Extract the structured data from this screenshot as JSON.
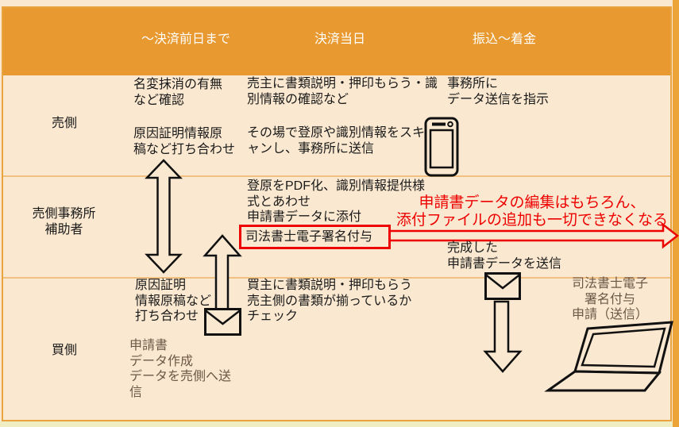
{
  "palette": {
    "header_bg": "#E8992F",
    "canvas_bg": "#FAE8D0",
    "frame_line": "#E9A440",
    "inner_grid_line": "#F0C080",
    "right_strip": "#ECA438",
    "bottom_strip": "#F1EDC2",
    "accent_red": "#ED0000",
    "brown_text": "#6E5747",
    "black_text": "#1A1A1A",
    "header_text": "#FFFFFF"
  },
  "header": {
    "columns": [
      {
        "label": "～決済前日まで"
      },
      {
        "label": "決済当日"
      },
      {
        "label": "振込～着金"
      }
    ]
  },
  "rows": [
    {
      "label": "売側"
    },
    {
      "label": "売側事務所\n補助者"
    },
    {
      "label": "買側"
    }
  ],
  "notes": {
    "seller_check": "名変抹消の有無\nなど確認",
    "seller_draft": "原因証明情報原\n稿など打ち合わせ",
    "seller_day_explain": "売主に書類説明・押印もらう・識\n別情報の確認など",
    "seller_day_scan": "その場で登原や識別情報をスキ\nャンし、事務所に送信",
    "seller_transfer_instruct": "事務所に\nデータ送信を指示",
    "assistant_pdf": "登原をPDF化、識別情報提供様\n式とあわせ\n申請書データに添付",
    "assistant_sign_box": "司法書士電子署名付与",
    "warning_red": "申請書データの編集はもちろん、\n添付ファイルの追加も一切できなくなる",
    "assistant_send": "完成した\n申請書データを送信",
    "buyer_draft": "原因証明\n情報原稿など\n打ち合わせ",
    "buyer_day_check": "買主に書類説明・押印もらう\n売主側の書類が揃っているか\nチェック",
    "buyer_create": "申請書\nデータ作成\nデータを売側へ送\n信",
    "signer_submit": "司法書士電子\n署名付与\n申請（送信）"
  },
  "icons": {
    "smartphone": "smartphone-icon",
    "envelope_buyer": "envelope-icon",
    "envelope_office": "envelope-icon",
    "laptop": "laptop-icon",
    "double_vertical_arrow": "double-arrow-vertical-icon",
    "up_arrow": "arrow-up-icon",
    "down_arrow": "arrow-down-icon",
    "red_right_arrow": "red-arrow-right-icon"
  }
}
